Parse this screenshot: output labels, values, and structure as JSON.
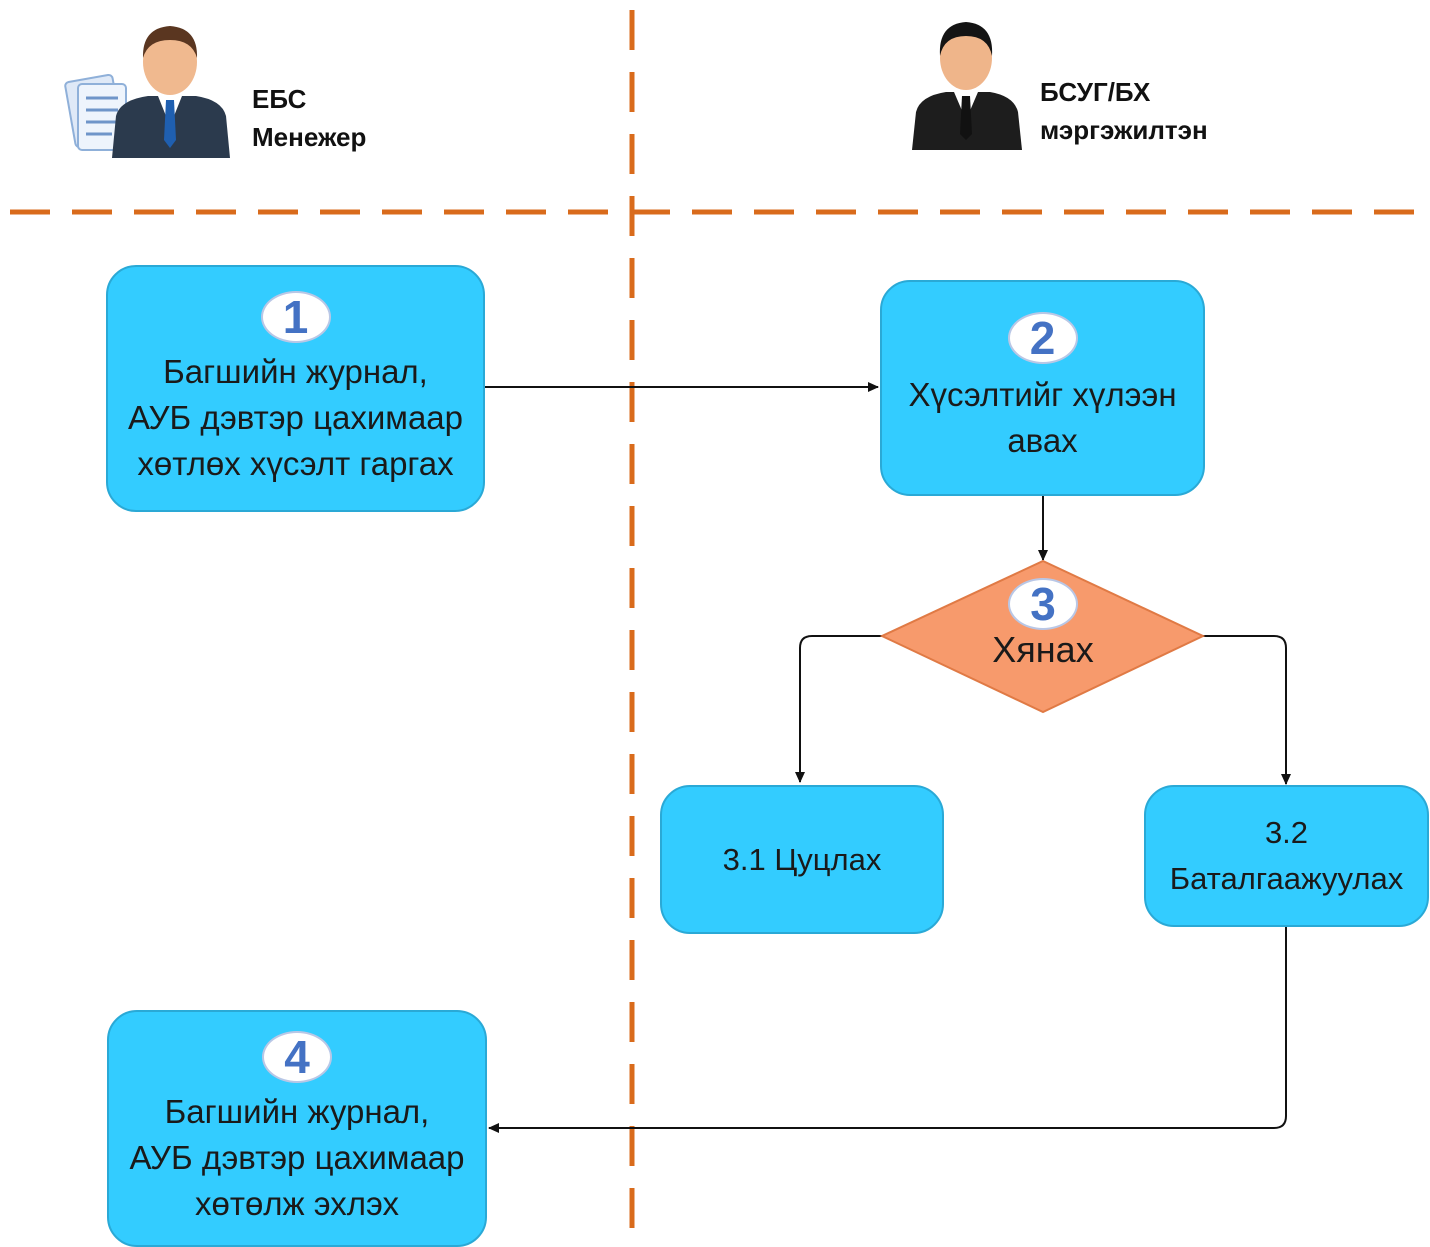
{
  "roles": {
    "left": "ЕБС\nМенежер",
    "right": "БСУГ/БХ\nмэргэжилтэн"
  },
  "steps": {
    "s1": {
      "number": "1",
      "text": "Багшийн журнал,\nАУБ дэвтэр цахимаар\nхөтлөх хүсэлт гаргах"
    },
    "s2": {
      "number": "2",
      "text": "Хүсэлтийг хүлээн\nавах"
    },
    "s3": {
      "number": "3",
      "text": "Хянах"
    },
    "s31": {
      "text": "3.1 Цуцлах"
    },
    "s32": {
      "text": "3.2\nБаталгаажуулах"
    },
    "s4": {
      "number": "4",
      "text": "Багшийн журнал,\nАУБ дэвтэр цахимаар\nхөтөлж эхлэх"
    }
  },
  "colors": {
    "box_fill": "#33ccff",
    "box_border": "#2aa9d6",
    "decision_fill": "#f79a6c",
    "divider": "#d96b1c",
    "badge_number": "#4472c4"
  }
}
